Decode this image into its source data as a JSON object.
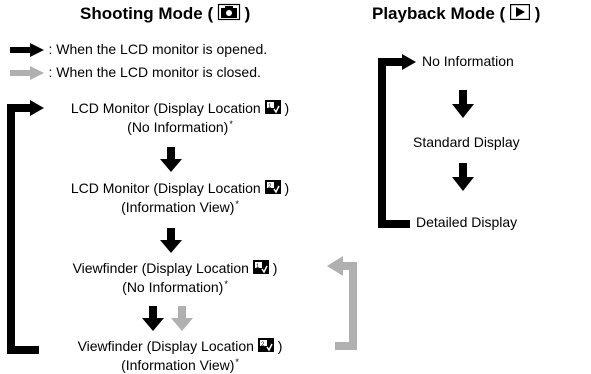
{
  "shooting": {
    "title": "Shooting Mode (",
    "title_close": ")",
    "legend_open": ": When the LCD monitor is opened.",
    "legend_closed": ": When the LCD monitor is closed.",
    "steps": [
      {
        "line1": "LCD Monitor (Display Location",
        "close": ")",
        "line2": "(No Information)",
        "star": "*",
        "badge": "1"
      },
      {
        "line1": "LCD Monitor (Display Location",
        "close": ")",
        "line2": "(Information View)",
        "star": "*",
        "badge": "2"
      },
      {
        "line1": "Viewfinder (Display Location",
        "close": ")",
        "line2": "(No Information)",
        "star": "*",
        "badge": "1"
      },
      {
        "line1": "Viewfinder (Display Location",
        "close": ")",
        "line2": "(Information View)",
        "star": "*",
        "badge": "2"
      }
    ]
  },
  "playback": {
    "title": "Playback Mode (",
    "title_close": ")",
    "steps": [
      "No Information",
      "Standard Display",
      "Detailed Display"
    ]
  },
  "colors": {
    "opened_arrow": "#000000",
    "closed_arrow": "#b0b0b0"
  },
  "icons": {
    "shooting": "camera-icon",
    "playback": "play-icon",
    "display_location": "display-location-icon"
  }
}
